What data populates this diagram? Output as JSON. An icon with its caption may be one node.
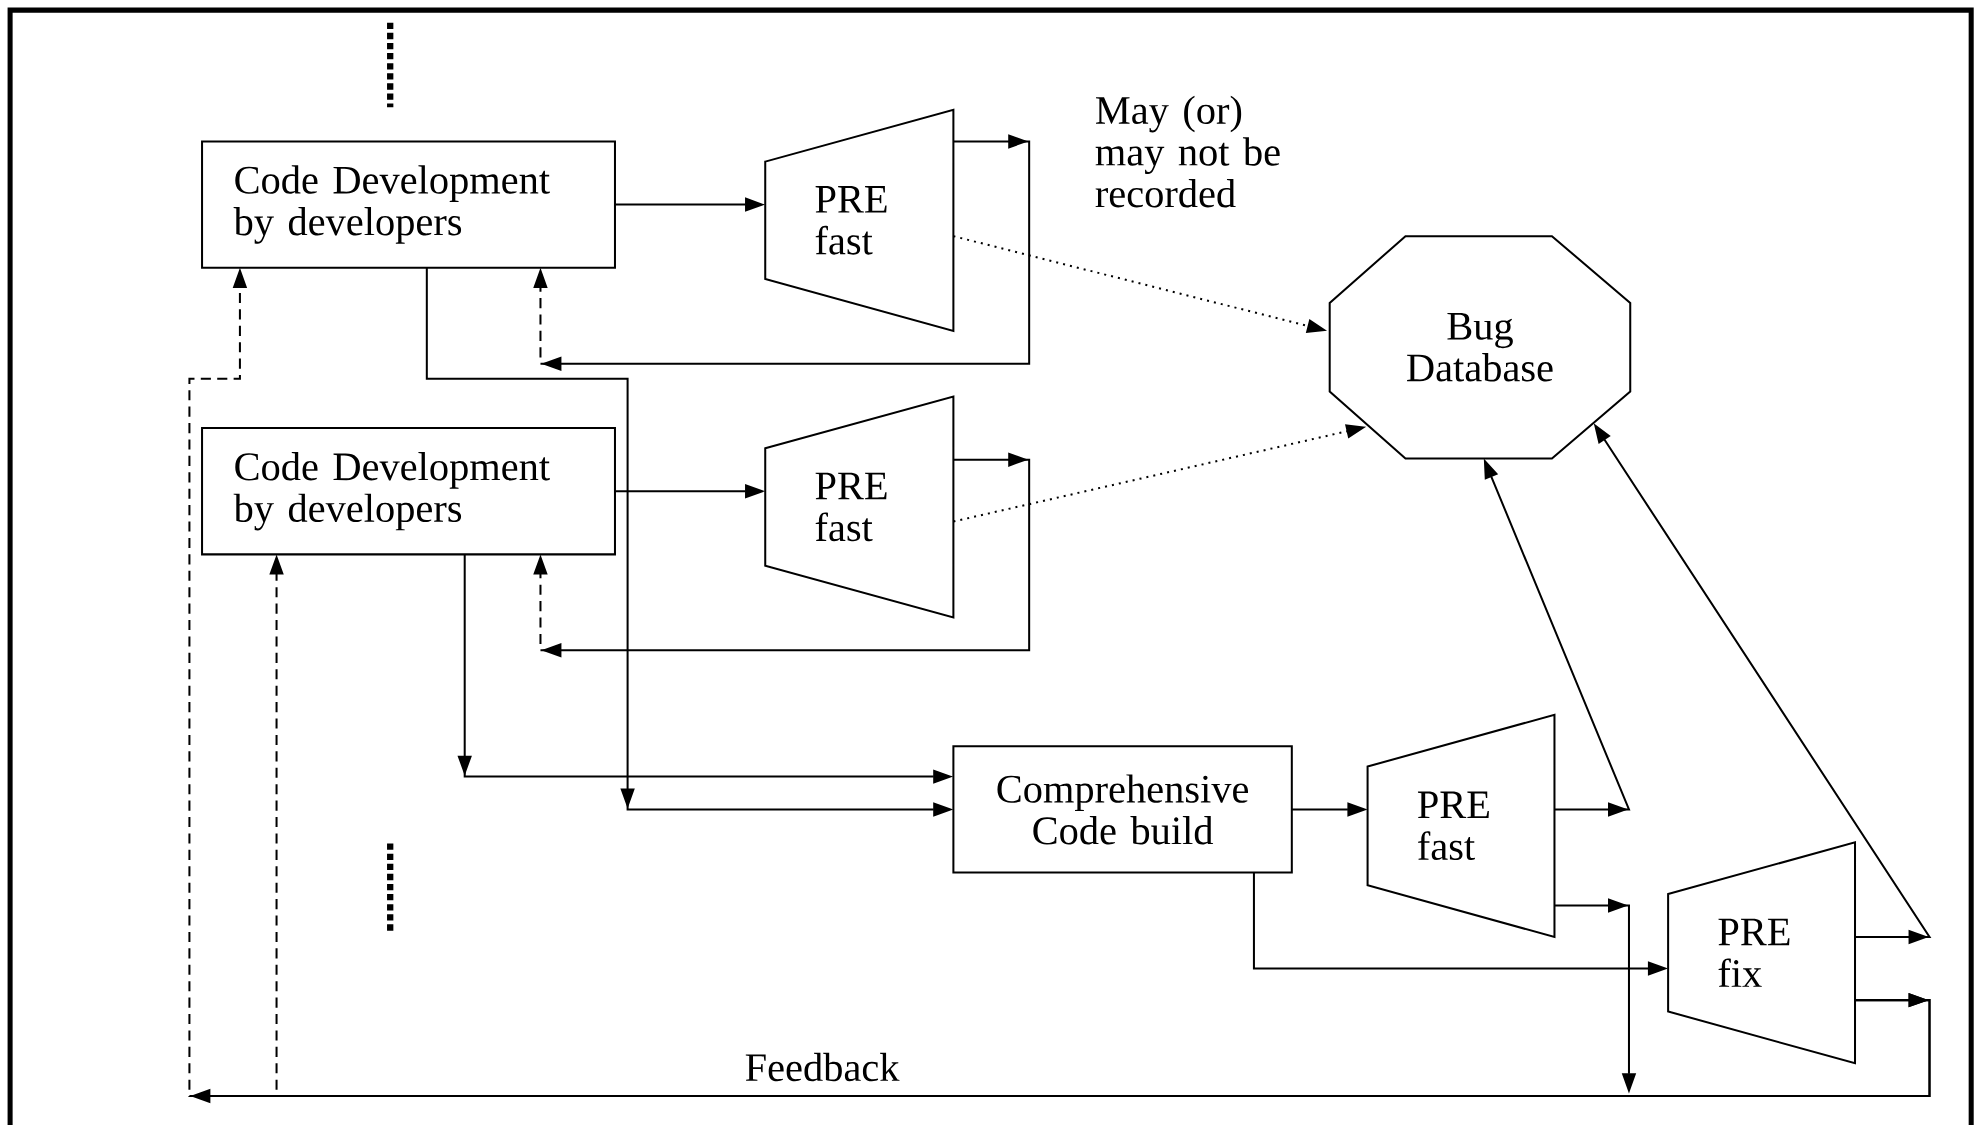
{
  "diagram": {
    "nodes": [
      {
        "text": [
          "Code Development by developers"
        ]
      },
      {
        "text": [
          "PRE fast"
        ]
      },
      {
        "text": [
          "Code Development by developers"
        ]
      },
      {
        "text": [
          "PRE fast"
        ]
      },
      {
        "text": [
          "Bug Database"
        ]
      },
      {
        "text": [
          "Comprehensive Code build"
        ]
      },
      {
        "text": [
          "PRE fast"
        ]
      },
      {
        "text": [
          "PRE fix"
        ]
      }
    ],
    "edges": [
      {
        "from": 0,
        "to": 1,
        "arrow": "to"
      },
      {
        "from": 1,
        "to": 0,
        "arrow": "to",
        "style": "dashed"
      },
      {
        "from": 0,
        "to": 5,
        "arrow": "to"
      },
      {
        "from": 1,
        "to": 4,
        "arrow": "to",
        "style": "dashed"
      },
      {
        "from": 2,
        "to": 3,
        "arrow": "to"
      },
      {
        "from": 3,
        "to": 2,
        "arrow": "to",
        "style": "dashed"
      },
      {
        "from": 3,
        "to": 4,
        "arrow": "to",
        "style": "dashed"
      },
      {
        "from": 2,
        "to": 5,
        "arrow": "to"
      },
      {
        "from": 5,
        "to": 6,
        "arrow": "to"
      },
      {
        "from": 6,
        "to": 4,
        "arrow": "to"
      },
      {
        "from": 6,
        "to": null,
        "arrow": "to"
      },
      {
        "from": 5,
        "to": 7,
        "arrow": "to"
      },
      {
        "from": 7,
        "to": 4,
        "arrow": "to"
      },
      {
        "from": 7,
        "to": 0,
        "arrow": "to",
        "style": "dashed",
        "label": "Feedback"
      },
      {
        "from": 7,
        "to": 2,
        "arrow": "to",
        "style": "dashed"
      }
    ],
    "labels": [
      "May (or) may not be recorded"
    ]
  }
}
